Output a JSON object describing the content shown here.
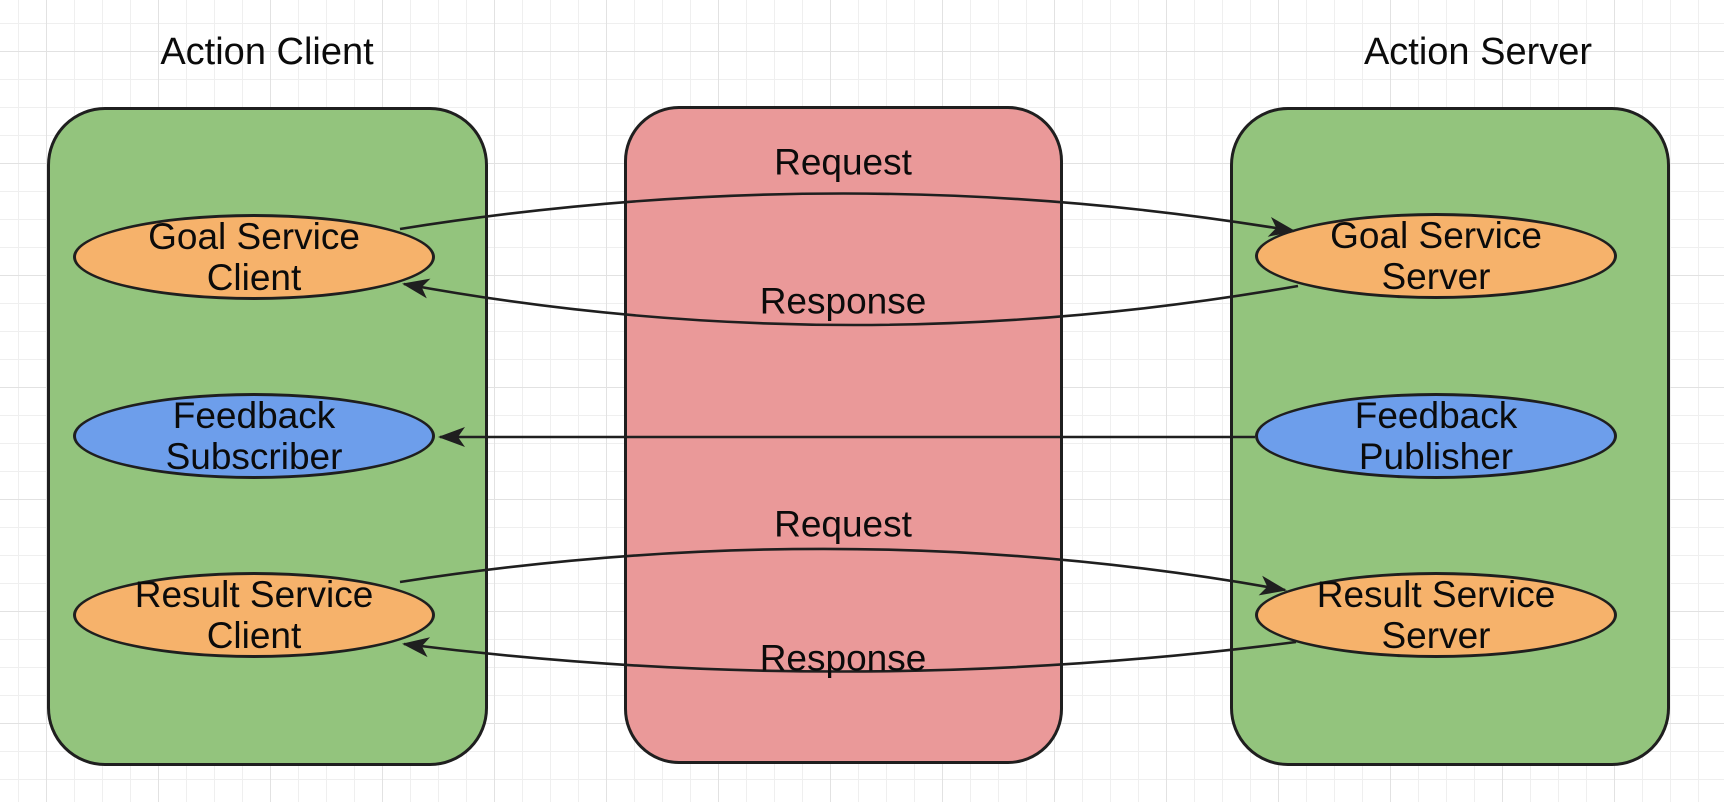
{
  "titles": {
    "client": "Action Client",
    "server": "Action Server"
  },
  "nodes": {
    "goal_client": {
      "line1": "Goal Service",
      "line2": "Client",
      "kind": "service-client"
    },
    "feedback_sub": {
      "line1": "Feedback",
      "line2": "Subscriber",
      "kind": "topic-subscriber"
    },
    "result_client": {
      "line1": "Result Service",
      "line2": "Client",
      "kind": "service-client"
    },
    "goal_server": {
      "line1": "Goal Service",
      "line2": "Server",
      "kind": "service-server"
    },
    "feedback_pub": {
      "line1": "Feedback",
      "line2": "Publisher",
      "kind": "topic-publisher"
    },
    "result_server": {
      "line1": "Result Service",
      "line2": "Server",
      "kind": "service-server"
    }
  },
  "edges": {
    "goal_request": {
      "label": "Request",
      "from": "Goal Service Client",
      "to": "Goal Service Server"
    },
    "goal_response": {
      "label": "Response",
      "from": "Goal Service Server",
      "to": "Goal Service Client"
    },
    "feedback": {
      "from": "Feedback Publisher",
      "to": "Feedback Subscriber"
    },
    "result_request": {
      "label": "Request",
      "from": "Result Service Client",
      "to": "Result Service Server"
    },
    "result_response": {
      "label": "Response",
      "from": "Result Service Server",
      "to": "Result Service Client"
    }
  },
  "colors": {
    "group_fill": "#93C47D",
    "transport_fill": "#EA9999",
    "service_fill": "#F6B26B",
    "topic_fill": "#6D9EEB",
    "stroke": "#1f1f1f",
    "text": "#0b0b0b"
  }
}
